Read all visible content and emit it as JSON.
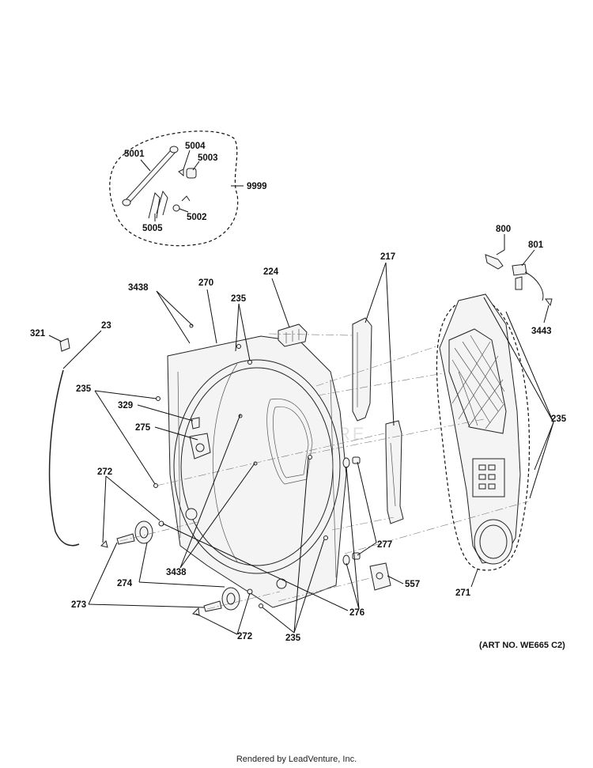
{
  "labels": {
    "l5001": "5001",
    "l5004": "5004",
    "l5003": "5003",
    "l9999": "9999",
    "l5005": "5005",
    "l5002": "5002",
    "l800": "800",
    "l801": "801",
    "l3443": "3443",
    "l217": "217",
    "l224": "224",
    "l270": "270",
    "l3438a": "3438",
    "l235a": "235",
    "l321": "321",
    "l23": "23",
    "l235b": "235",
    "l329": "329",
    "l275": "275",
    "l272a": "272",
    "l3438b": "3438",
    "l274": "274",
    "l273": "273",
    "l272b": "272",
    "l235c": "235",
    "l276": "276",
    "l277": "277",
    "l557": "557",
    "l235d": "235",
    "l271": "271"
  },
  "watermark": "LEADVENTURE",
  "art_number": "(ART NO. WE665 C2)",
  "footer": "Rendered by LeadVenture, Inc."
}
